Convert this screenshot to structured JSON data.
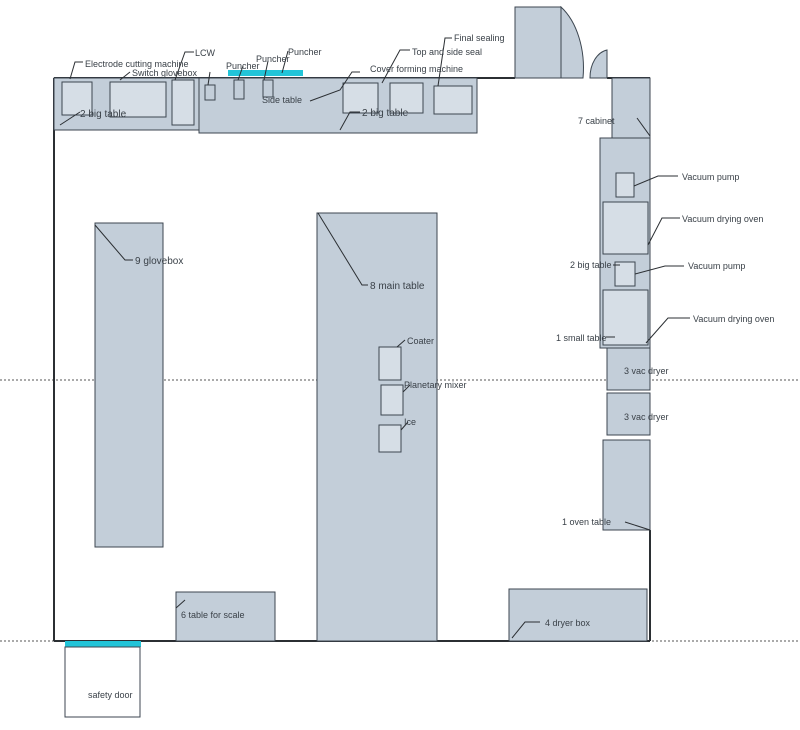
{
  "labels": {
    "main_table": "8 main table",
    "glovebox": "9 glovebox",
    "table_for_scale": "6 table for scale",
    "safety_door": "safety door",
    "drying_box": "4 dryer box",
    "oven_table": "1 oven table",
    "vac_dryer_1": "3 vac dryer",
    "vac_dryer_2": "3 vac dryer",
    "cabinet": "7 cabinet",
    "vacuum_pump_1": "Vacuum pump",
    "vacuum_drying_oven_1": "Vacuum drying oven",
    "vacuum_pump_2": "Vacuum pump",
    "vacuum_drying_oven_2": "Vacuum drying oven",
    "big_table_right": "2 big table",
    "small_table_right": "1 small table",
    "big_table_top": "2 big table",
    "small_table_left": "2 big table",
    "side_table": "Side table",
    "cutting_machine": "Electrode cutting machine",
    "switch_glove": "Switch glovebox",
    "lcw": "LCW",
    "puncher_1": "Puncher",
    "puncher_2": "Puncher",
    "puncher_3": "Puncher",
    "top_side_seal": "Top and side seal",
    "final_sealing": "Final sealing",
    "cover_forming": "Cover forming machine",
    "coater": "Coater",
    "planetary_mixer": "Planetary mixer",
    "ice": "Ice"
  },
  "colors": {
    "furniture": "#c3ced9",
    "door_band": "#22c4d8",
    "wall": "#2b2f33"
  }
}
